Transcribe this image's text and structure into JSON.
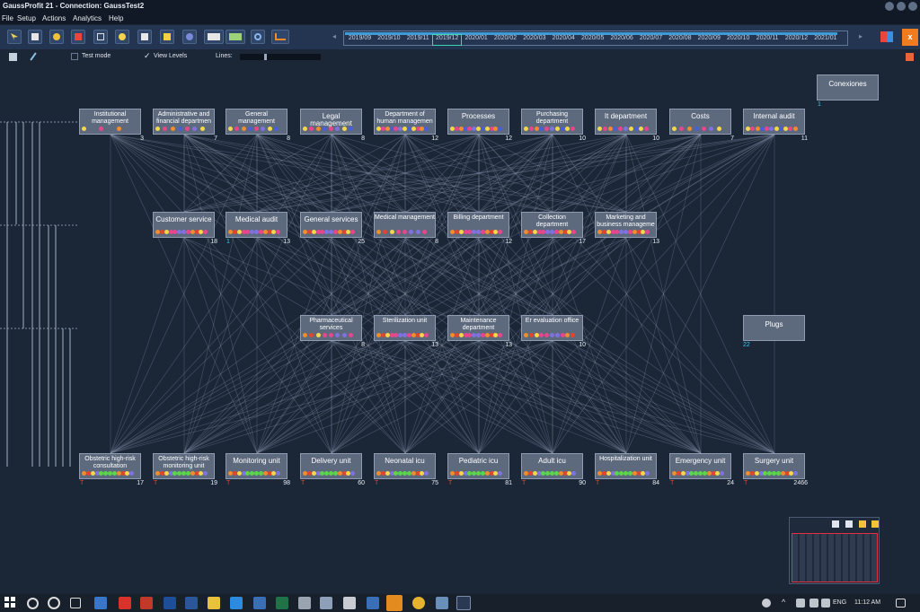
{
  "window": {
    "title": "GaussProfit 21 - Connection: GaussTest2"
  },
  "menu": [
    "File",
    "Setup",
    "Actions",
    "Analytics",
    "Help"
  ],
  "timeline": {
    "dates": [
      "2019/09",
      "2019/10",
      "2019/11",
      "2019/12",
      "2020/01",
      "2020/02",
      "2020/03",
      "2020/04",
      "2020/05",
      "2020/06",
      "2020/07",
      "2020/08",
      "2020/09",
      "2020/10",
      "2020/11",
      "2020/12",
      "2021/01"
    ],
    "selected_index": 3
  },
  "controls": {
    "test_mode": "Test mode",
    "view_levels": "View Levels",
    "lines": "Lines:"
  },
  "colors": {
    "background": "#1b2637",
    "node_fill": "#5d6a7e",
    "accent": "#3bd6b0",
    "count_blue": "#38c7ee",
    "marker_red": "#e2442e"
  },
  "nodes_top": [
    {
      "label": "Institutional management",
      "count": "3"
    },
    {
      "label": "Administrative and financial departmen",
      "count": "7"
    },
    {
      "label": "General management",
      "count": "8"
    },
    {
      "label": "Legal management",
      "count": "8"
    },
    {
      "label": "Department of human managemen",
      "count": "12"
    },
    {
      "label": "Processes",
      "count": "12"
    },
    {
      "label": "Purchasing department",
      "count": "10"
    },
    {
      "label": "It department",
      "count": "10"
    },
    {
      "label": "Costs",
      "count": "7"
    },
    {
      "label": "Internal audit",
      "count": "11"
    }
  ],
  "nodes_mid": [
    {
      "label": "Customer service",
      "count": "18"
    },
    {
      "label": "Medical audit",
      "count": "13",
      "sub": "1"
    },
    {
      "label": "General services",
      "count": "25"
    },
    {
      "label": "Medical management",
      "count": "8"
    },
    {
      "label": "Billing department",
      "count": "12"
    },
    {
      "label": "Collection department",
      "count": "17"
    },
    {
      "label": "Marketing and business manageme",
      "count": "13"
    }
  ],
  "nodes_low": [
    {
      "label": "Pharmaceutical services",
      "count": "8"
    },
    {
      "label": "Sterilization unit",
      "count": "13"
    },
    {
      "label": "Maintenance department",
      "count": "13"
    },
    {
      "label": "Er evaluation office",
      "count": "10"
    }
  ],
  "nodes_bottom": [
    {
      "label": "Obstetric high-risk consultation",
      "count": "17",
      "marker": "T"
    },
    {
      "label": "Obstetric high-risk monitoring unit",
      "count": "19",
      "marker": "T"
    },
    {
      "label": "Monitoring unit",
      "count": "98",
      "marker": "T"
    },
    {
      "label": "Delivery unit",
      "count": "60",
      "marker": "T"
    },
    {
      "label": "Neonatal icu",
      "count": "75",
      "marker": "T"
    },
    {
      "label": "Pediatric icu",
      "count": "81",
      "marker": "T"
    },
    {
      "label": "Adult icu",
      "count": "90",
      "marker": "T"
    },
    {
      "label": "Hospitalization unit",
      "count": "84",
      "marker": "T"
    },
    {
      "label": "Emergency unit",
      "count": "24",
      "marker": "T"
    },
    {
      "label": "Surgery unit",
      "count": "2466",
      "marker": "T"
    }
  ],
  "special": {
    "conexiones": {
      "label": "Conexiones",
      "count": "1"
    },
    "plugs": {
      "label": "Plugs",
      "count": "22"
    }
  },
  "taskbar": {
    "lang": "ENG",
    "time": "11:12 AM"
  }
}
